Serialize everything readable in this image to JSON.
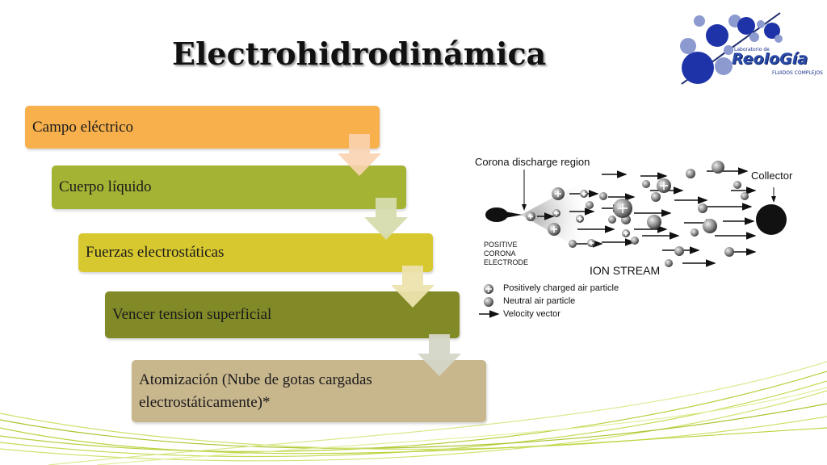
{
  "title": "Electrohidrodinámica",
  "logo": {
    "top_text": "Laboratorio de",
    "main_text": "ReoloGía",
    "sub_text": "FLUIDOS COMPLEJOS"
  },
  "steps": [
    {
      "label": "Campo eléctrico",
      "color": "#f7b04c"
    },
    {
      "label": "Cuerpo líquido",
      "color": "#a5b334"
    },
    {
      "label": "Fuerzas electrostáticas",
      "color": "#d8c830"
    },
    {
      "label": "Vencer tension superficial",
      "color": "#828a28"
    },
    {
      "label": "Atomización (Nube de gotas cargadas electrostáticamente)*",
      "color": "#c8b68d"
    }
  ],
  "schematic": {
    "corona_label": "Corona discharge region",
    "collector_label": "Collector",
    "electrode_label_1": "POSITIVE",
    "electrode_label_2": "CORONA",
    "electrode_label_3": "ELECTRODE",
    "stream_label": "ION STREAM",
    "legend": [
      {
        "symbol": "plus-particle",
        "label": "Positively charged air particle"
      },
      {
        "symbol": "neutral-particle",
        "label": "Neutral air particle"
      },
      {
        "symbol": "arrow",
        "label": "Velocity vector"
      }
    ]
  }
}
